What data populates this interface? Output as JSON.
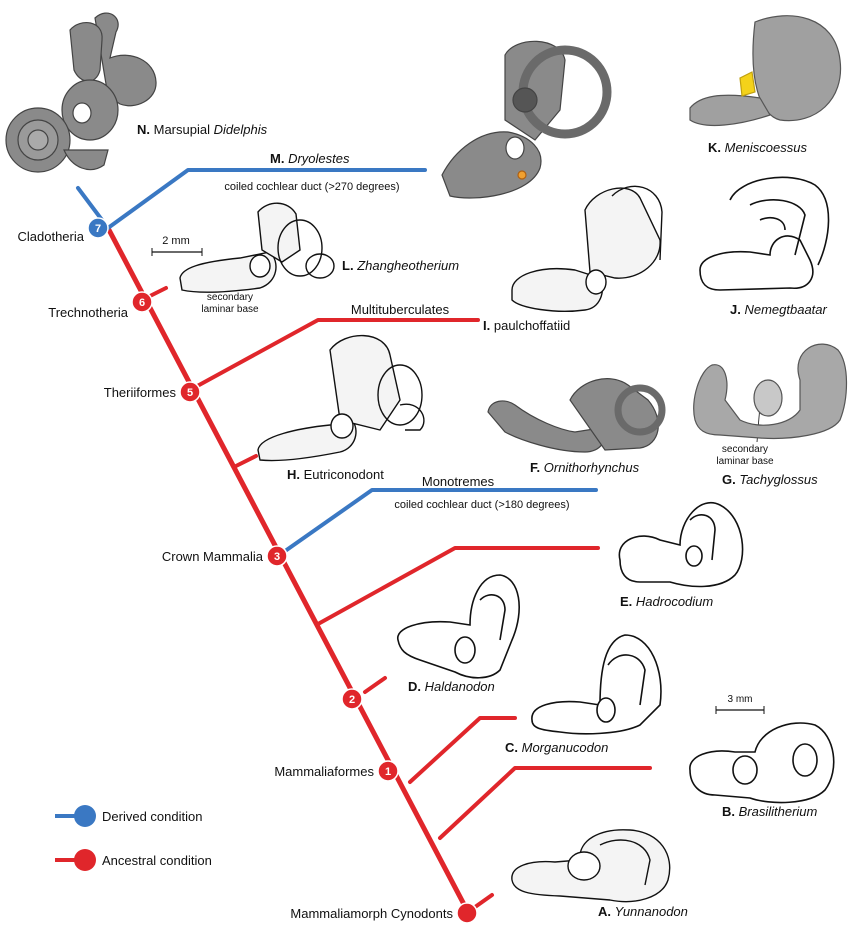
{
  "colors": {
    "derived": "#3a78c3",
    "ancestral": "#e0262b",
    "render_3d": "#8a8a8a",
    "yellow": "#f4d21a",
    "orange": "#f0a030"
  },
  "nodes": [
    {
      "num": "1",
      "label": "Mammaliaformes",
      "condition": "ancestral"
    },
    {
      "num": "2",
      "label": "",
      "condition": "ancestral"
    },
    {
      "num": "3",
      "label": "Crown Mammalia",
      "condition": "ancestral"
    },
    {
      "num": "5",
      "label": "Theriiformes",
      "condition": "ancestral"
    },
    {
      "num": "6",
      "label": "Trechnotheria",
      "condition": "ancestral"
    },
    {
      "num": "7",
      "label": "Cladotheria",
      "condition": "derived"
    },
    {
      "num": "",
      "label": "Mammaliamorph Cynodonts",
      "condition": "ancestral"
    }
  ],
  "taxa": [
    {
      "letter": "A.",
      "name": "Yunnanodon"
    },
    {
      "letter": "B.",
      "name": "Brasilitherium"
    },
    {
      "letter": "C.",
      "name": "Morganucodon"
    },
    {
      "letter": "D.",
      "name": "Haldanodon"
    },
    {
      "letter": "E.",
      "name": "Hadrocodium"
    },
    {
      "letter": "F.",
      "name": "Ornithorhynchus"
    },
    {
      "letter": "G.",
      "name": "Tachyglossus"
    },
    {
      "letter": "H.",
      "name": "Eutriconodont"
    },
    {
      "letter": "I.",
      "name": "paulchoffatiid"
    },
    {
      "letter": "J.",
      "name": "Nemegtbaatar"
    },
    {
      "letter": "K.",
      "name": "Meniscoessus"
    },
    {
      "letter": "L.",
      "name": "Zhangheotherium"
    },
    {
      "letter": "M.",
      "name": "Dryolestes"
    },
    {
      "letter": "N.",
      "name": "Marsupial",
      "name_italic": "Didelphis"
    }
  ],
  "branch_labels": {
    "monotremes": "Monotremes",
    "monotremes_note": "coiled cochlear duct (>180 degrees)",
    "multituberculates": "Multituberculates",
    "dryolestes_note": "coiled cochlear duct (>270 degrees)"
  },
  "annotations": {
    "secondary_laminar_base_1": "secondary",
    "secondary_laminar_base_2": "laminar base",
    "scale_2mm": "2 mm",
    "scale_3mm": "3 mm"
  },
  "legend": {
    "derived": "Derived condition",
    "ancestral": "Ancestral condition"
  }
}
